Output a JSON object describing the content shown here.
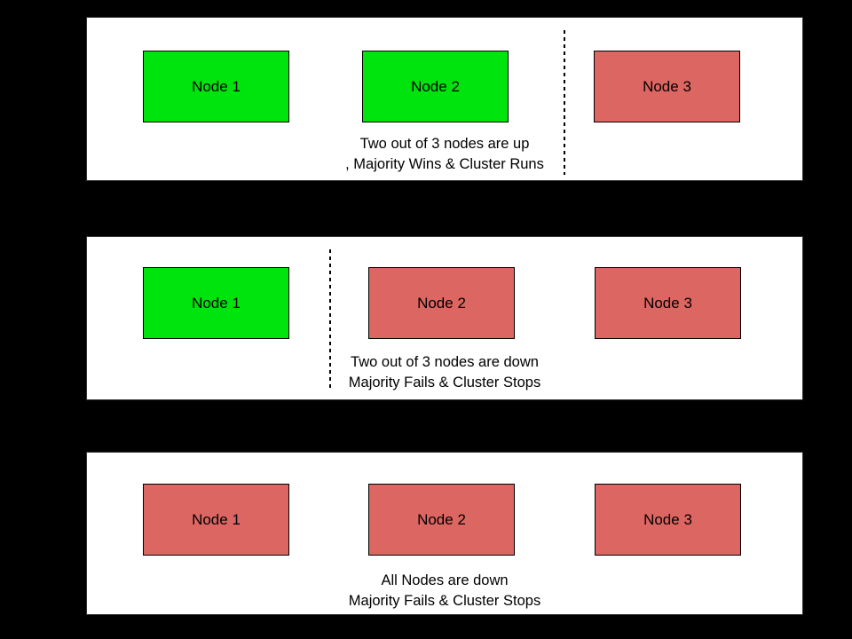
{
  "colors": {
    "background": "#000000",
    "panel_background": "#ffffff",
    "node_up": "#00e40e",
    "node_down": "#dc6661"
  },
  "panels": [
    {
      "id": "majority-up",
      "nodes": [
        {
          "label": "Node 1",
          "status": "up"
        },
        {
          "label": "Node 2",
          "status": "up"
        },
        {
          "label": "Node 3",
          "status": "down"
        }
      ],
      "caption": [
        "Two out of 3 nodes are up",
        ", Majority Wins & Cluster Runs"
      ],
      "divider_between": "Node 2 and Node 3"
    },
    {
      "id": "majority-down",
      "nodes": [
        {
          "label": "Node 1",
          "status": "up"
        },
        {
          "label": "Node 2",
          "status": "down"
        },
        {
          "label": "Node 3",
          "status": "down"
        }
      ],
      "caption": [
        "Two out of 3 nodes are down",
        "Majority Fails & Cluster Stops"
      ],
      "divider_between": "Node 1 and Node 2"
    },
    {
      "id": "all-down",
      "nodes": [
        {
          "label": "Node 1",
          "status": "down"
        },
        {
          "label": "Node 2",
          "status": "down"
        },
        {
          "label": "Node 3",
          "status": "down"
        }
      ],
      "caption": [
        "All Nodes are down",
        "Majority Fails & Cluster Stops"
      ],
      "divider_between": null
    }
  ]
}
